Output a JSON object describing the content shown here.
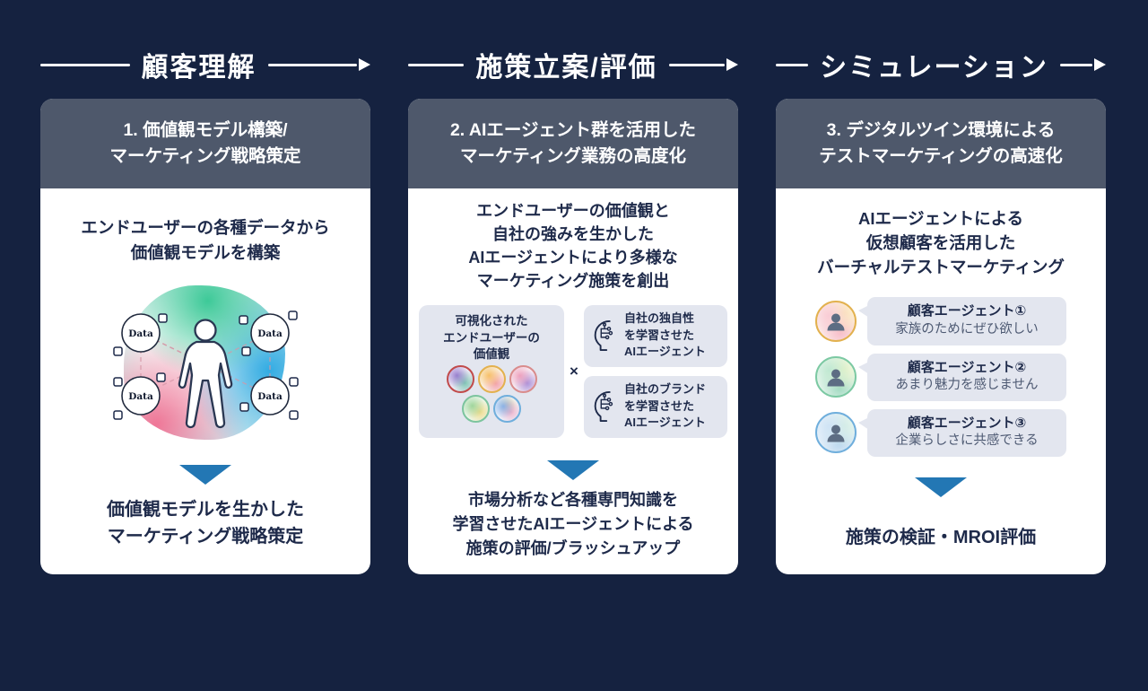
{
  "palette": {
    "background": "#152240",
    "card_header": "#4E586B",
    "text_navy": "#1E2A4A",
    "arrow_blue": "#2377B4",
    "panel_gray": "#E3E6EF",
    "line_white": "#FFFFFF",
    "ring_gold": "#E2B14E",
    "ring_green": "#7CC9A3",
    "ring_blue": "#6FAEDC"
  },
  "flow": {
    "steps": [
      {
        "label": "顧客理解"
      },
      {
        "label": "施策立案/評価"
      },
      {
        "label": "シミュレーション"
      }
    ]
  },
  "cards": [
    {
      "title": [
        "1. 価値観モデル構築/",
        "マーケティング戦略策定"
      ],
      "top_text": [
        "エンドユーザーの各種データから",
        "価値観モデルを構築"
      ],
      "data_label": "Data",
      "bottom_text": [
        "価値観モデルを生かした",
        "マーケティング戦略策定"
      ]
    },
    {
      "title": [
        "2. AIエージェント群を活用した",
        "マーケティング業務の高度化"
      ],
      "top_text": [
        "エンドユーザーの価値観と",
        "自社の強みを生かした",
        "AIエージェントにより多様な",
        "マーケティング施策を創出"
      ],
      "values_box": {
        "lines": [
          "可視化された",
          "エンドユーザーの",
          "価値観"
        ]
      },
      "multiply_sign": "×",
      "agent_boxes": [
        {
          "lines": [
            "自社の独自性",
            "を学習させた",
            "AIエージェント"
          ]
        },
        {
          "lines": [
            "自社のブランド",
            "を学習させた",
            "AIエージェント"
          ]
        }
      ],
      "bottom_text": [
        "市場分析など各種専門知識を",
        "学習させたAIエージェントによる",
        "施策の評価/ブラッシュアップ"
      ]
    },
    {
      "title": [
        "3. デジタルツイン環境による",
        "テストマーケティングの高速化"
      ],
      "top_text": [
        "AIエージェントによる",
        "仮想顧客を活用した",
        "バーチャルテストマーケティング"
      ],
      "agents": [
        {
          "name": "顧客エージェント①",
          "comment": "家族のためにぜひ欲しい",
          "ring_color": "#E2B14E"
        },
        {
          "name": "顧客エージェント②",
          "comment": "あまり魅力を感じません",
          "ring_color": "#7CC9A3"
        },
        {
          "name": "顧客エージェント③",
          "comment": "企業らしさに共感できる",
          "ring_color": "#6FAEDC"
        }
      ],
      "bottom_text": [
        "施策の検証・MROI評価"
      ]
    }
  ]
}
